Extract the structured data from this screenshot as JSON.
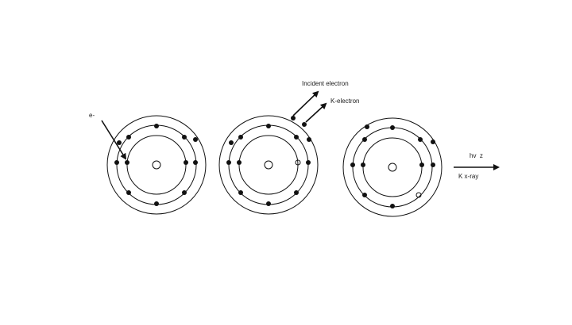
{
  "labels": {
    "electron_in": "e-",
    "incident_electron": "Incident electron",
    "k_electron": "K-electron",
    "photon_energy": "hv  z",
    "k_xray": "K x-ray"
  },
  "atoms": [
    {
      "name": "atom-before",
      "inner_shell_electrons": 2,
      "outer_shell_electrons": 8,
      "inner_vacancy": false
    },
    {
      "name": "atom-ionized",
      "inner_shell_electrons": 1,
      "outer_shell_electrons": 8,
      "inner_vacancy": true
    },
    {
      "name": "atom-relaxed",
      "inner_shell_electrons": 2,
      "outer_shell_electrons": 7,
      "inner_vacancy": false,
      "outer_vacancy": true
    }
  ],
  "colors": {
    "ink": "#111111",
    "background": "#ffffff"
  }
}
